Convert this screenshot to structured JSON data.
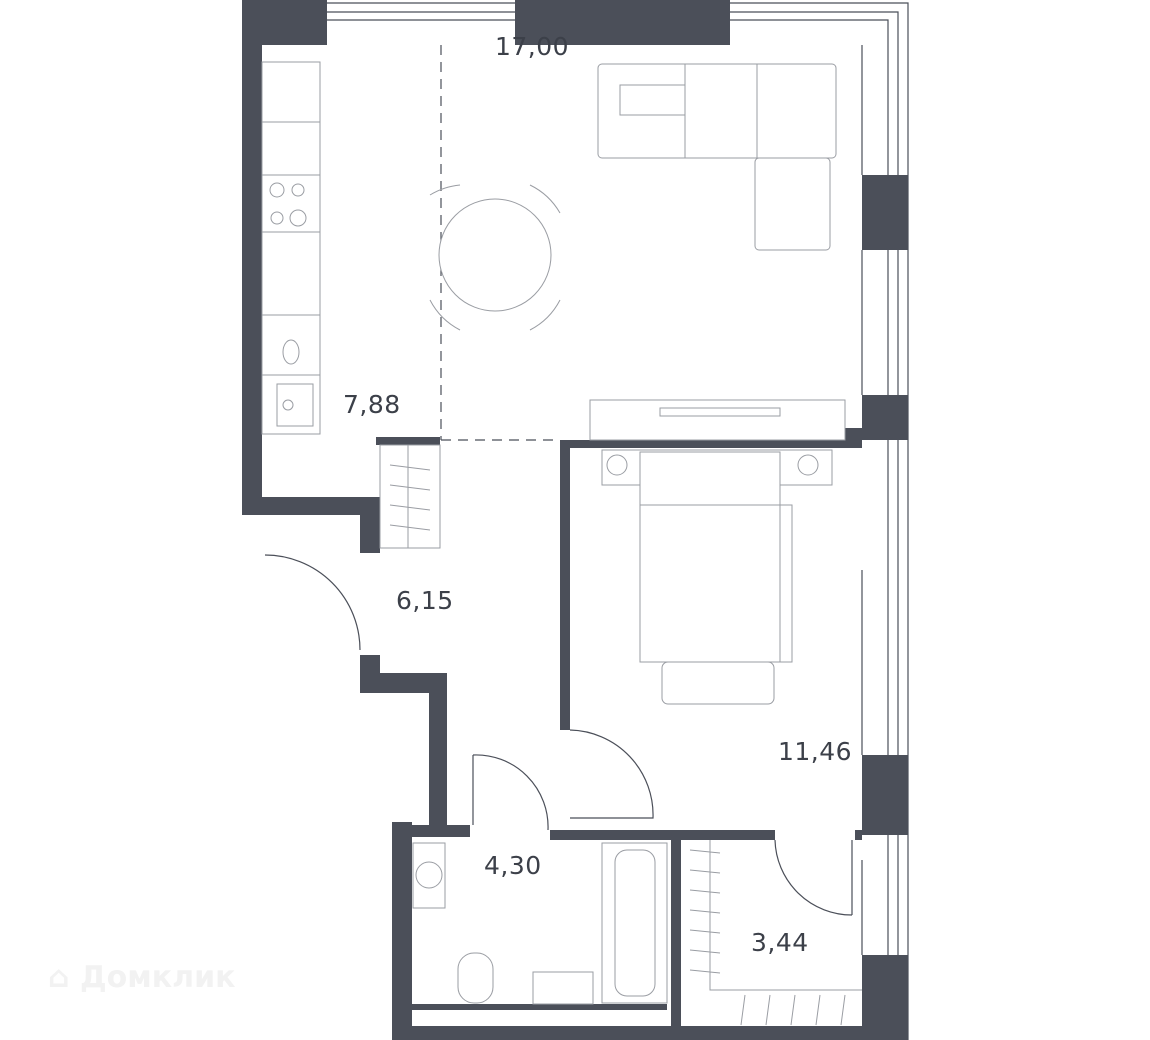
{
  "plan": {
    "wall_color": "#4b4f59",
    "rooms": [
      {
        "name": "living-room",
        "area": "17,00"
      },
      {
        "name": "kitchen",
        "area": "7,88"
      },
      {
        "name": "hallway",
        "area": "6,15"
      },
      {
        "name": "bedroom",
        "area": "11,46"
      },
      {
        "name": "bathroom",
        "area": "4,30"
      },
      {
        "name": "wardrobe",
        "area": "3,44"
      }
    ]
  },
  "watermark": {
    "text": "Домклик",
    "icon": "house-logo-icon"
  }
}
